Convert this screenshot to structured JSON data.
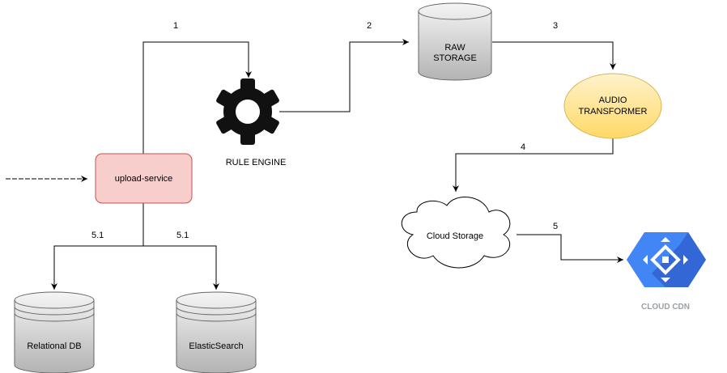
{
  "nodes": {
    "upload_service": "upload-service",
    "rule_engine": "RULE ENGINE",
    "raw_storage": [
      "RAW",
      "STORAGE"
    ],
    "audio_transformer": [
      "AUDIO",
      "TRANSFORMER"
    ],
    "cloud_storage": "Cloud Storage",
    "cloud_cdn": "CLOUD CDN",
    "relational_db": "Relational DB",
    "elasticsearch": "ElasticSearch"
  },
  "edges": {
    "upload_to_rule_engine": "1",
    "rule_engine_to_raw_storage": "2",
    "raw_storage_to_audio_transformer": "3",
    "audio_transformer_to_cloud_storage": "4",
    "cloud_storage_to_cdn": "5",
    "upload_to_relational_db": "5.1",
    "upload_to_elasticsearch": "5.1"
  },
  "colors": {
    "upload_service_fill": "#f8cecc",
    "upload_service_stroke": "#b85450",
    "cylinder_fill_top": "#f5f5f5",
    "cylinder_fill_bottom": "#b3b3b3",
    "transformer_fill_top": "#fff2cc",
    "transformer_fill_bottom": "#ffd966",
    "transformer_stroke": "#d6b656",
    "cdn_blue": "#4285f4",
    "cdn_label": "#9aa0a6"
  },
  "icons": {
    "rule_engine": "gear-icon",
    "cloud_cdn": "cloud-cdn-icon"
  }
}
